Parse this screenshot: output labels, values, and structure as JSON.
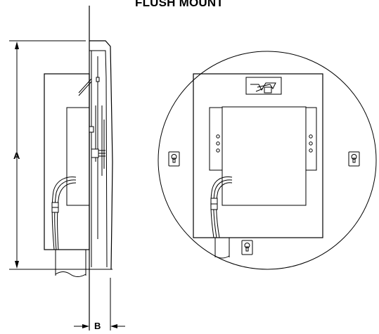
{
  "title": "FLUSH MOUNT",
  "dimensions": {
    "a_label": "A",
    "b_label": "B"
  },
  "colors": {
    "line": "#000000",
    "background": "#ffffff"
  }
}
